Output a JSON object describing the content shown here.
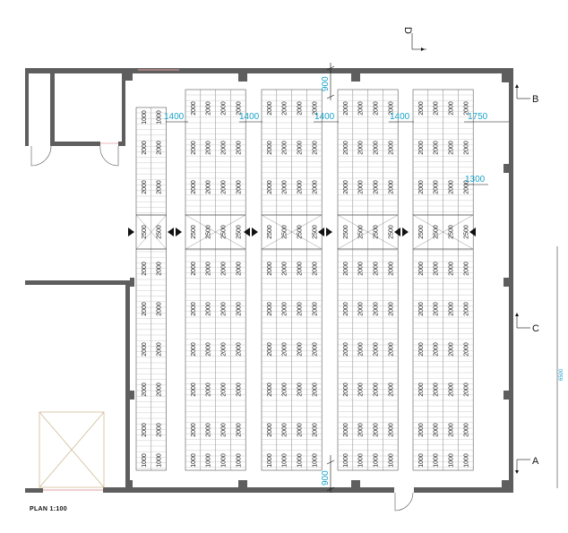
{
  "title": "PLAN 1:100",
  "colors": {
    "wall": "#5e5e5e",
    "rack": "#555555",
    "dimension": "#1aa3c9",
    "door_mark": "#e5a0a0",
    "lift": "#c8b48a"
  },
  "section_markers": [
    {
      "id": "D",
      "label": "D"
    },
    {
      "id": "B",
      "label": "B"
    },
    {
      "id": "C",
      "label": "C"
    },
    {
      "id": "A",
      "label": "A"
    }
  ],
  "dimensions": {
    "top_clearance": "900",
    "bottom_clearance": "900",
    "aisles": [
      "1400",
      "1400",
      "1400",
      "1400"
    ],
    "right_aisle": "1750",
    "right_gap": "1300",
    "overall_height": "6500"
  },
  "rack_labels": {
    "short": "1000",
    "standard": "2000",
    "cross_aisle": "2500"
  },
  "rack_rows": [
    {
      "id": "row-1",
      "bays": 2
    },
    {
      "id": "row-2",
      "bays": 4
    },
    {
      "id": "row-3",
      "bays": 4
    },
    {
      "id": "row-4",
      "bays": 4
    },
    {
      "id": "row-5",
      "bays": 4
    }
  ]
}
